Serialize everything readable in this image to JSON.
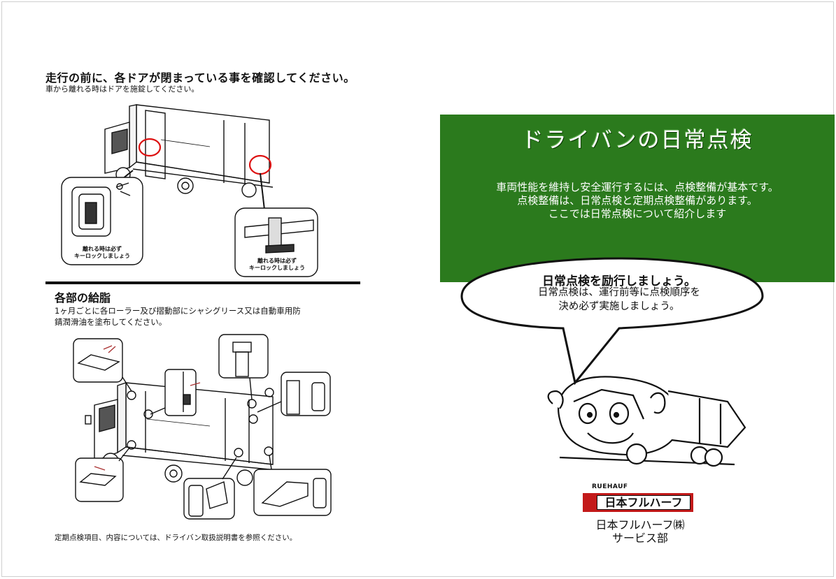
{
  "left": {
    "section1": {
      "title": "走行の前に、各ドアが閉まっている事を確認してください。",
      "subtitle": "車から離れる時はドアを施錠してください。",
      "caption_left": [
        "離れる時は必ず",
        "キーロックしましょう"
      ],
      "caption_right": [
        "離れる時は必ず",
        "キーロックしましょう"
      ]
    },
    "section2": {
      "title": "各部の給脂",
      "body": [
        "1ヶ月ごとに各ローラー及び摺動部にシャシグリース又は自動車用防",
        "錆潤滑油を塗布してください。"
      ]
    },
    "footer": "定期点検項目、内容については、ドライバン取扱説明書を参照ください。"
  },
  "right": {
    "banner": {
      "title": "ドライバンの日常点検",
      "lines": [
        "車両性能を維持し安全運行するには、点検整備が基本です。",
        "点検整備は、日常点検と定期点検整備があります。",
        "ここでは日常点検について紹介します"
      ],
      "color": "#2b7a1d"
    },
    "bubble": {
      "title": "日常点検を励行しましょう。",
      "lines": [
        "日常点検は、運行前等に点検順序を",
        "決め必ず実施しましょう。"
      ]
    },
    "logo": {
      "brand_small": "RUEHAUF",
      "brand": "日本フルハーフ",
      "color": "#c31a1a"
    },
    "company": [
      "日本フルハーフ㈱",
      "サービス部"
    ]
  }
}
